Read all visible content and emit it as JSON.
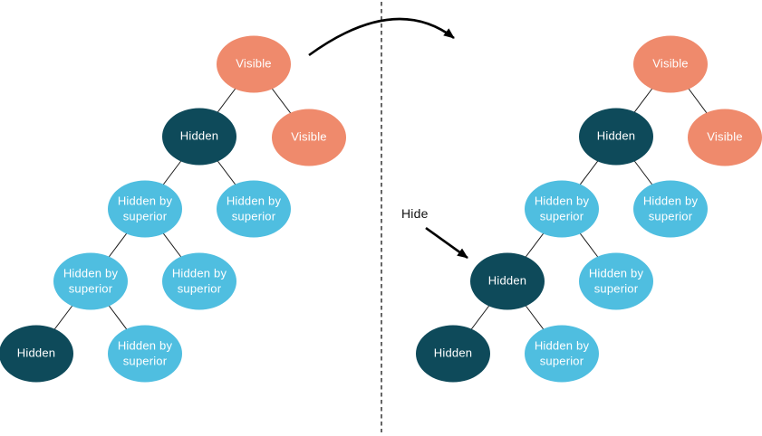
{
  "colors": {
    "visible": "#EF8A6C",
    "hidden": "#0E4A5A",
    "hidden-by-superior": "#4FBEE0",
    "node-text": "#FFFFFF",
    "edge": "#1A1A1A",
    "arrow": "#000000"
  },
  "annotations": {
    "hide_label": "Hide",
    "transition_arrow": "curved-arrow-left-to-right",
    "divider": "vertical-dashed-line"
  },
  "left_tree": {
    "nodes": [
      {
        "label": "Visible",
        "state": "visible"
      },
      {
        "label": "Hidden",
        "state": "hidden"
      },
      {
        "label": "Visible",
        "state": "visible"
      },
      {
        "label": "Hidden by superior",
        "state": "hidden-by-superior"
      },
      {
        "label": "Hidden by superior",
        "state": "hidden-by-superior"
      },
      {
        "label": "Hidden by superior",
        "state": "hidden-by-superior"
      },
      {
        "label": "Hidden by superior",
        "state": "hidden-by-superior"
      },
      {
        "label": "Hidden",
        "state": "hidden"
      },
      {
        "label": "Hidden by superior",
        "state": "hidden-by-superior"
      }
    ]
  },
  "right_tree": {
    "nodes": [
      {
        "label": "Visible",
        "state": "visible"
      },
      {
        "label": "Hidden",
        "state": "hidden"
      },
      {
        "label": "Visible",
        "state": "visible"
      },
      {
        "label": "Hidden by superior",
        "state": "hidden-by-superior"
      },
      {
        "label": "Hidden by superior",
        "state": "hidden-by-superior"
      },
      {
        "label": "Hidden",
        "state": "hidden"
      },
      {
        "label": "Hidden by superior",
        "state": "hidden-by-superior"
      },
      {
        "label": "Hidden",
        "state": "hidden"
      },
      {
        "label": "Hidden by superior",
        "state": "hidden-by-superior"
      }
    ]
  }
}
